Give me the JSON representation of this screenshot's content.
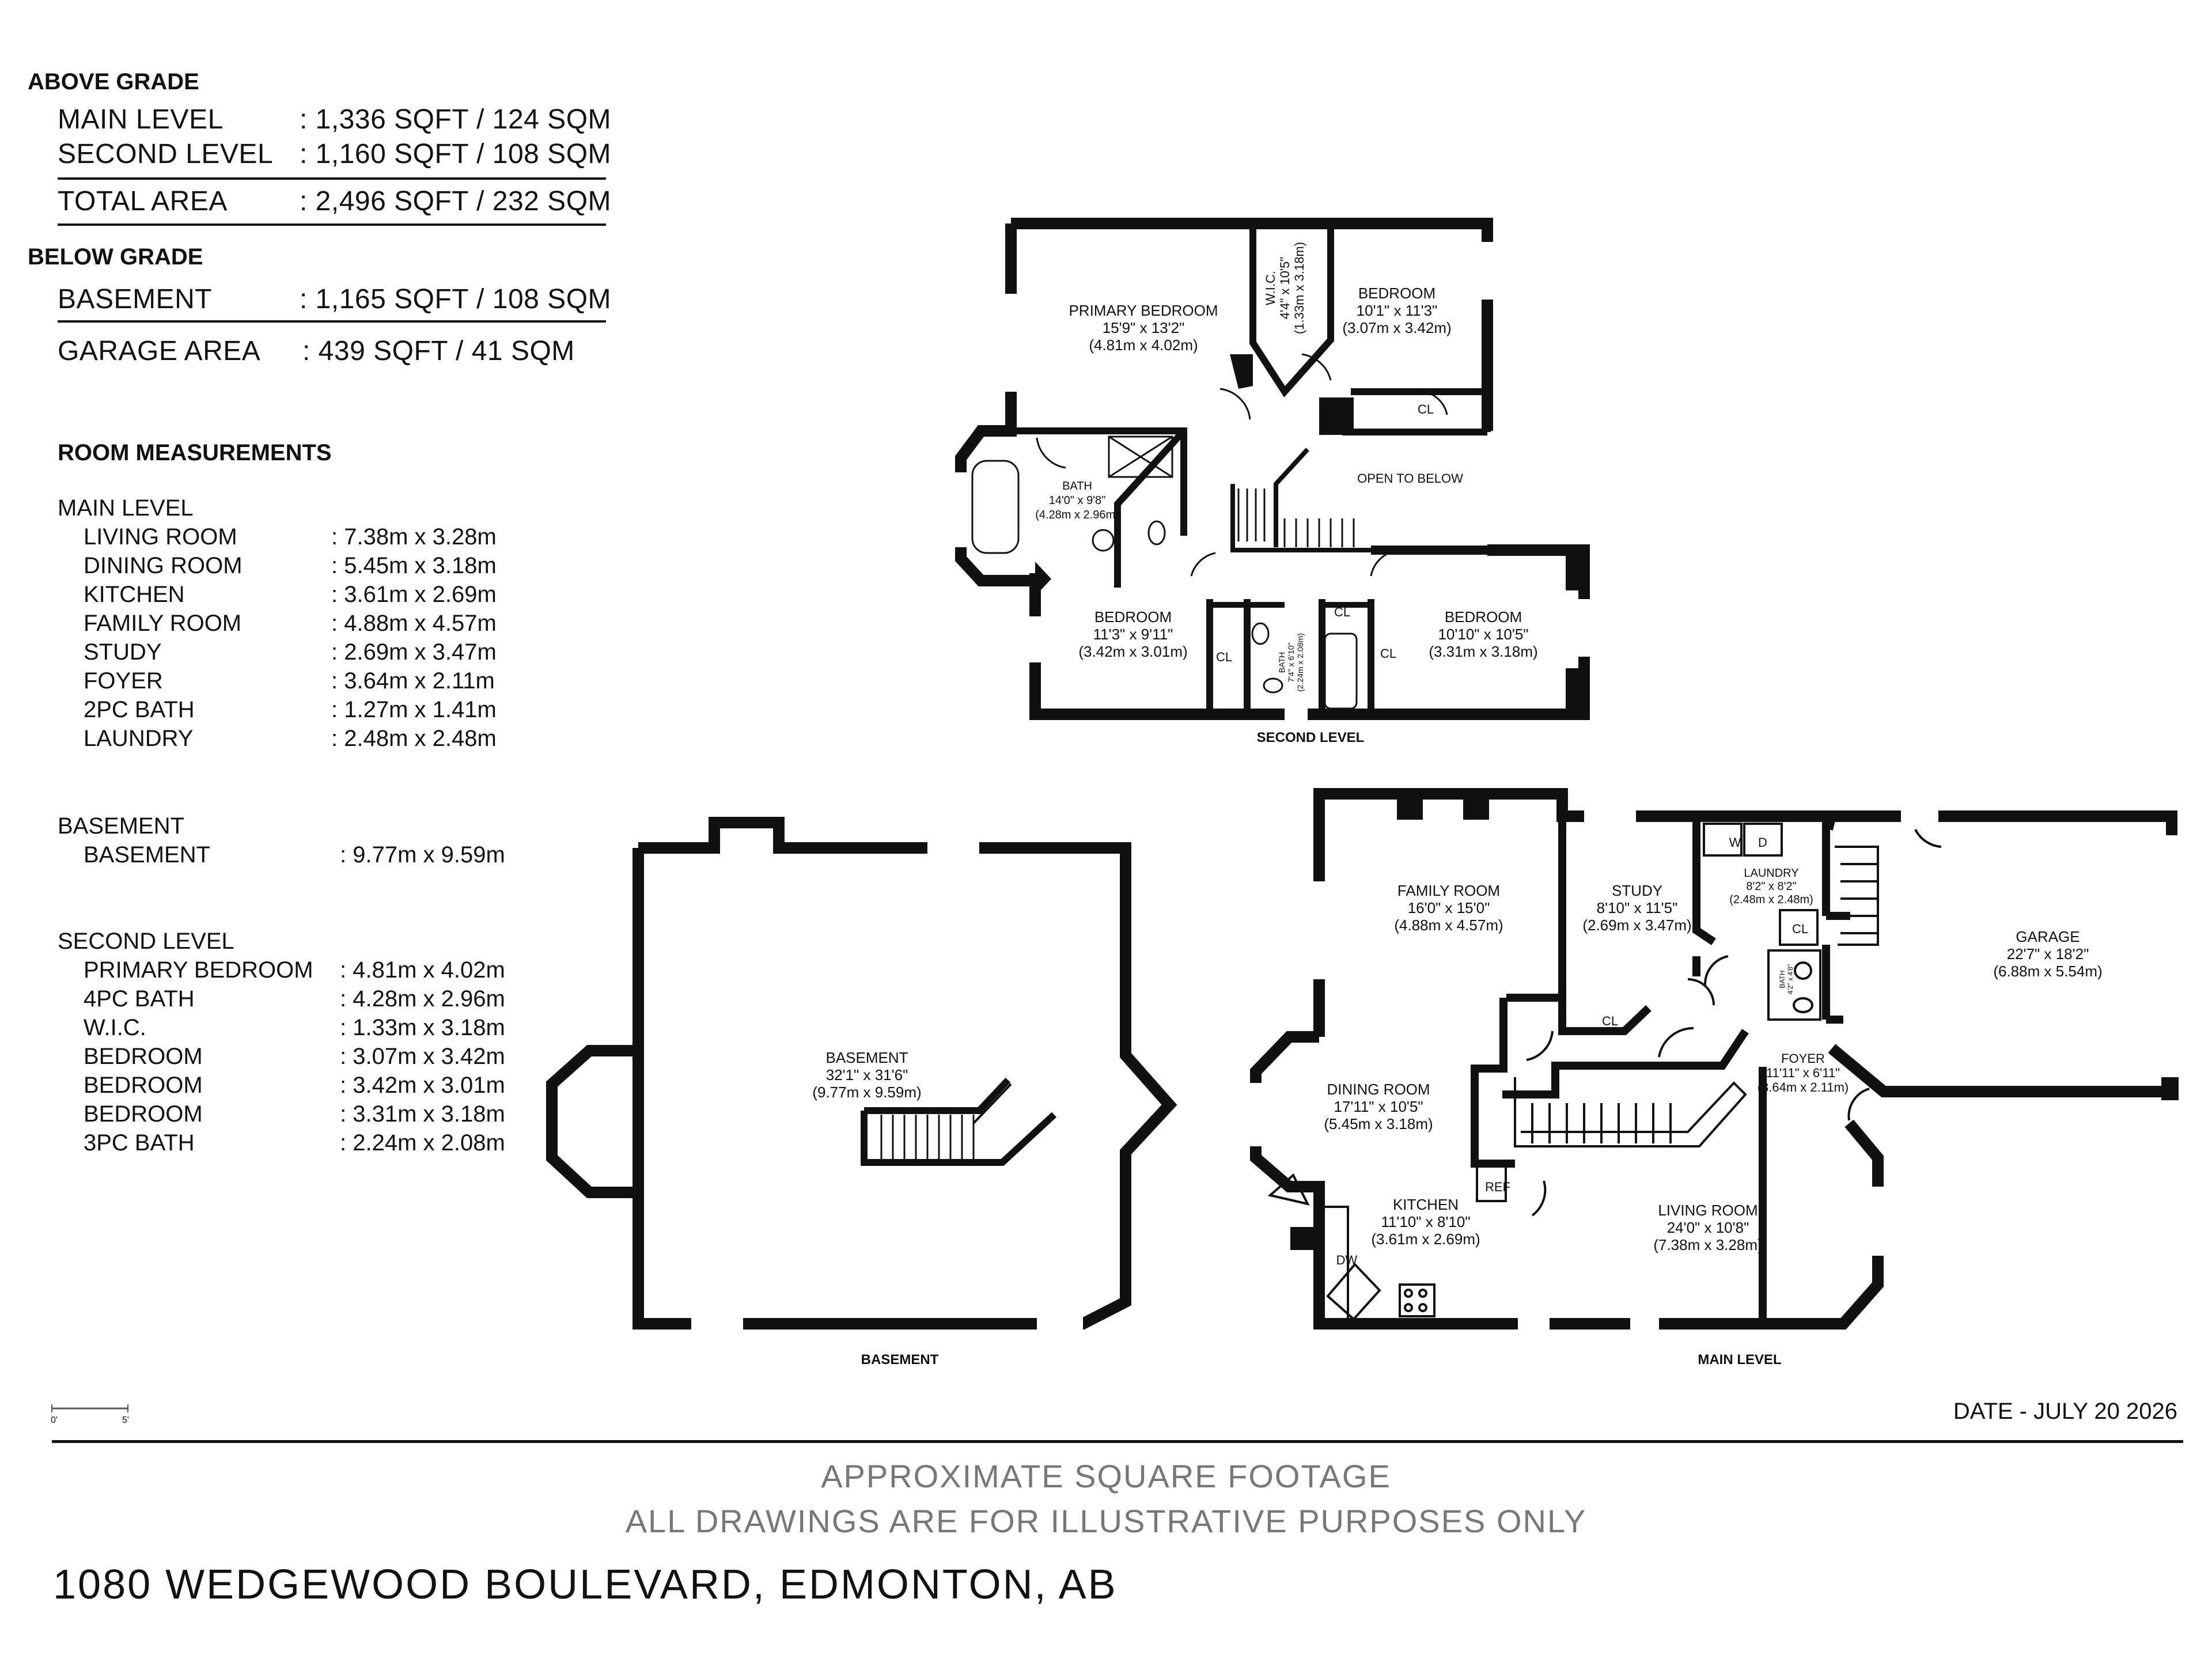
{
  "summary": {
    "above_grade_title": "ABOVE GRADE",
    "main_level_label": "MAIN LEVEL",
    "main_level_value": ": 1,336 SQFT / 124 SQM",
    "second_level_label": "SECOND LEVEL",
    "second_level_value": ": 1,160 SQFT / 108 SQM",
    "total_label": "TOTAL AREA",
    "total_value": ": 2,496 SQFT / 232 SQM",
    "below_grade_title": "BELOW GRADE",
    "basement_label": "BASEMENT",
    "basement_value": ": 1,165 SQFT / 108 SQM",
    "garage_label": "GARAGE AREA",
    "garage_value": ": 439 SQFT / 41 SQM"
  },
  "measurements": {
    "title": "ROOM MEASUREMENTS",
    "main_level": {
      "heading": "MAIN LEVEL",
      "rows": [
        {
          "name": "LIVING ROOM",
          "value": ": 7.38m x 3.28m"
        },
        {
          "name": "DINING ROOM",
          "value": ": 5.45m x 3.18m"
        },
        {
          "name": "KITCHEN",
          "value": ": 3.61m x 2.69m"
        },
        {
          "name": "FAMILY ROOM",
          "value": ": 4.88m x 4.57m"
        },
        {
          "name": "STUDY",
          "value": ": 2.69m x 3.47m"
        },
        {
          "name": "FOYER",
          "value": ": 3.64m x 2.11m"
        },
        {
          "name": "2PC BATH",
          "value": ": 1.27m x 1.41m"
        },
        {
          "name": "LAUNDRY",
          "value": ": 2.48m x 2.48m"
        }
      ]
    },
    "basement": {
      "heading": "BASEMENT",
      "rows": [
        {
          "name": "BASEMENT",
          "value": ": 9.77m x 9.59m"
        }
      ]
    },
    "second_level": {
      "heading": "SECOND LEVEL",
      "rows": [
        {
          "name": "PRIMARY BEDROOM",
          "value": ": 4.81m x 4.02m"
        },
        {
          "name": "4PC BATH",
          "value": ": 4.28m x 2.96m"
        },
        {
          "name": "W.I.C.",
          "value": ": 1.33m x 3.18m"
        },
        {
          "name": "BEDROOM",
          "value": ": 3.07m x 3.42m"
        },
        {
          "name": "BEDROOM",
          "value": ": 3.42m x 3.01m"
        },
        {
          "name": "BEDROOM",
          "value": ": 3.31m x 3.18m"
        },
        {
          "name": "3PC BATH",
          "value": ": 2.24m x 2.08m"
        }
      ]
    }
  },
  "plans": {
    "second_level": {
      "caption": "SECOND LEVEL",
      "primary_bedroom": [
        "PRIMARY BEDROOM",
        "15'9\" x 13'2\"",
        "(4.81m x 4.02m)"
      ],
      "wic": [
        "W.I.C.",
        "4'4\" x 10'5\"",
        "(1.33m x 3.18m)"
      ],
      "bedroom_ne": [
        "BEDROOM",
        "10'1\" x 11'3\"",
        "(3.07m x 3.42m)"
      ],
      "bath_4pc": [
        "BATH",
        "14'0\" x 9'8\"",
        "(4.28m x 2.96m)"
      ],
      "open_to_below": "OPEN TO BELOW",
      "bedroom_sw": [
        "BEDROOM",
        "11'3\" x 9'11\"",
        "(3.42m x 3.01m)"
      ],
      "bath_3pc": [
        "BATH",
        "7'4\" x 6'10\"",
        "(2.24m x 2.08m)"
      ],
      "bedroom_se": [
        "BEDROOM",
        "10'10\" x 10'5\"",
        "(3.31m x 3.18m)"
      ],
      "closet": "CL"
    },
    "basement": {
      "caption": "BASEMENT",
      "room": [
        "BASEMENT",
        "32'1\" x 31'6\"",
        "(9.77m x 9.59m)"
      ]
    },
    "main_level": {
      "caption": "MAIN LEVEL",
      "family_room": [
        "FAMILY ROOM",
        "16'0\" x 15'0\"",
        "(4.88m x 4.57m)"
      ],
      "study": [
        "STUDY",
        "8'10\" x 11'5\"",
        "(2.69m x 3.47m)"
      ],
      "laundry": [
        "LAUNDRY",
        "8'2\" x 8'2\"",
        "(2.48m x 2.48m)"
      ],
      "washer": "W",
      "dryer": "D",
      "garage": [
        "GARAGE",
        "22'7\" x 18'2\"",
        "(6.88m x 5.54m)"
      ],
      "foyer": [
        "FOYER",
        "11'11\" x 6'11\"",
        "(3.64m x 2.11m)"
      ],
      "dining_room": [
        "DINING ROOM",
        "17'11\" x 10'5\"",
        "(5.45m x 3.18m)"
      ],
      "kitchen": [
        "KITCHEN",
        "11'10\" x 8'10\"",
        "(3.61m x 2.69m)"
      ],
      "living_room": [
        "LIVING ROOM",
        "24'0\" x 10'8\"",
        "(7.38m x 3.28m)"
      ],
      "fridge": "REF",
      "dishwasher": "DW",
      "closet": "CL",
      "bath_2pc": [
        "BATH",
        "4'2\" x 4'8\""
      ]
    }
  },
  "footer": {
    "scale_start": "0'",
    "scale_end": "5'",
    "date": "DATE - JULY 20 2026",
    "note_line1": "APPROXIMATE SQUARE FOOTAGE",
    "note_line2": "ALL DRAWINGS ARE FOR ILLUSTRATIVE PURPOSES ONLY",
    "address": "1080 WEDGEWOOD BOULEVARD, EDMONTON, AB"
  },
  "colors": {
    "wall": "#111111",
    "window": "#ffffff",
    "text_gray": "#777777"
  }
}
